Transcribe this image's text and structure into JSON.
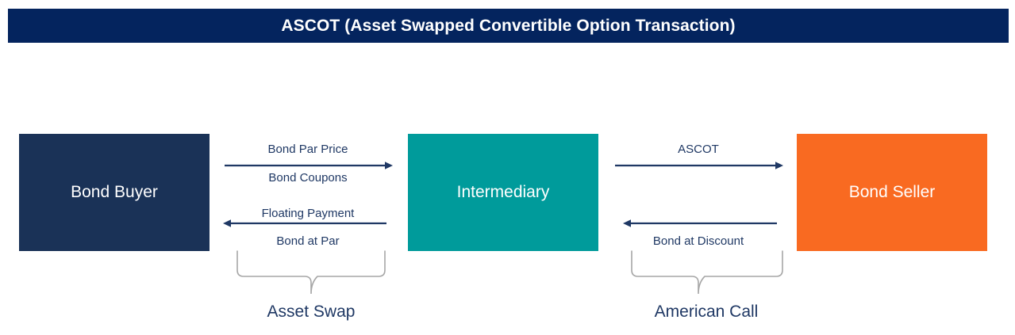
{
  "header": {
    "title": "ASCOT (Asset Swapped Convertible Option Transaction)",
    "background_color": "#04245e",
    "text_color": "#ffffff"
  },
  "entities": [
    {
      "id": "bond-buyer",
      "label": "Bond Buyer",
      "color": "#1a3257"
    },
    {
      "id": "intermediary",
      "label": "Intermediary",
      "color": "#009b9b"
    },
    {
      "id": "bond-seller",
      "label": "Bond Seller",
      "color": "#f96a21"
    }
  ],
  "flows": {
    "left": {
      "from": "Bond Buyer",
      "to": "Intermediary",
      "forward": {
        "direction": "right",
        "label_above": "Bond Par Price",
        "label_below": "Bond Coupons"
      },
      "reverse": {
        "direction": "left",
        "label_above": "Floating Payment",
        "label_below": "Bond at Par"
      }
    },
    "right": {
      "from": "Intermediary",
      "to": "Bond Seller",
      "forward": {
        "direction": "right",
        "label_above": "ASCOT",
        "label_below": ""
      },
      "reverse": {
        "direction": "left",
        "label_above": "",
        "label_below": "Bond at Discount"
      }
    }
  },
  "braces": [
    {
      "id": "asset-swap",
      "caption": "Asset Swap",
      "spans": "Bond Buyer to Intermediary"
    },
    {
      "id": "american-call",
      "caption": "American Call",
      "spans": "Intermediary to Bond Seller"
    }
  ],
  "colors": {
    "navy_header": "#04245e",
    "navy_box": "#1a3257",
    "teal": "#009b9b",
    "orange": "#f96a21",
    "arrow_navy": "#1f3864",
    "brace_gray": "#a6a6a6",
    "text_navy": "#1f3864",
    "page_background": "#ffffff"
  }
}
